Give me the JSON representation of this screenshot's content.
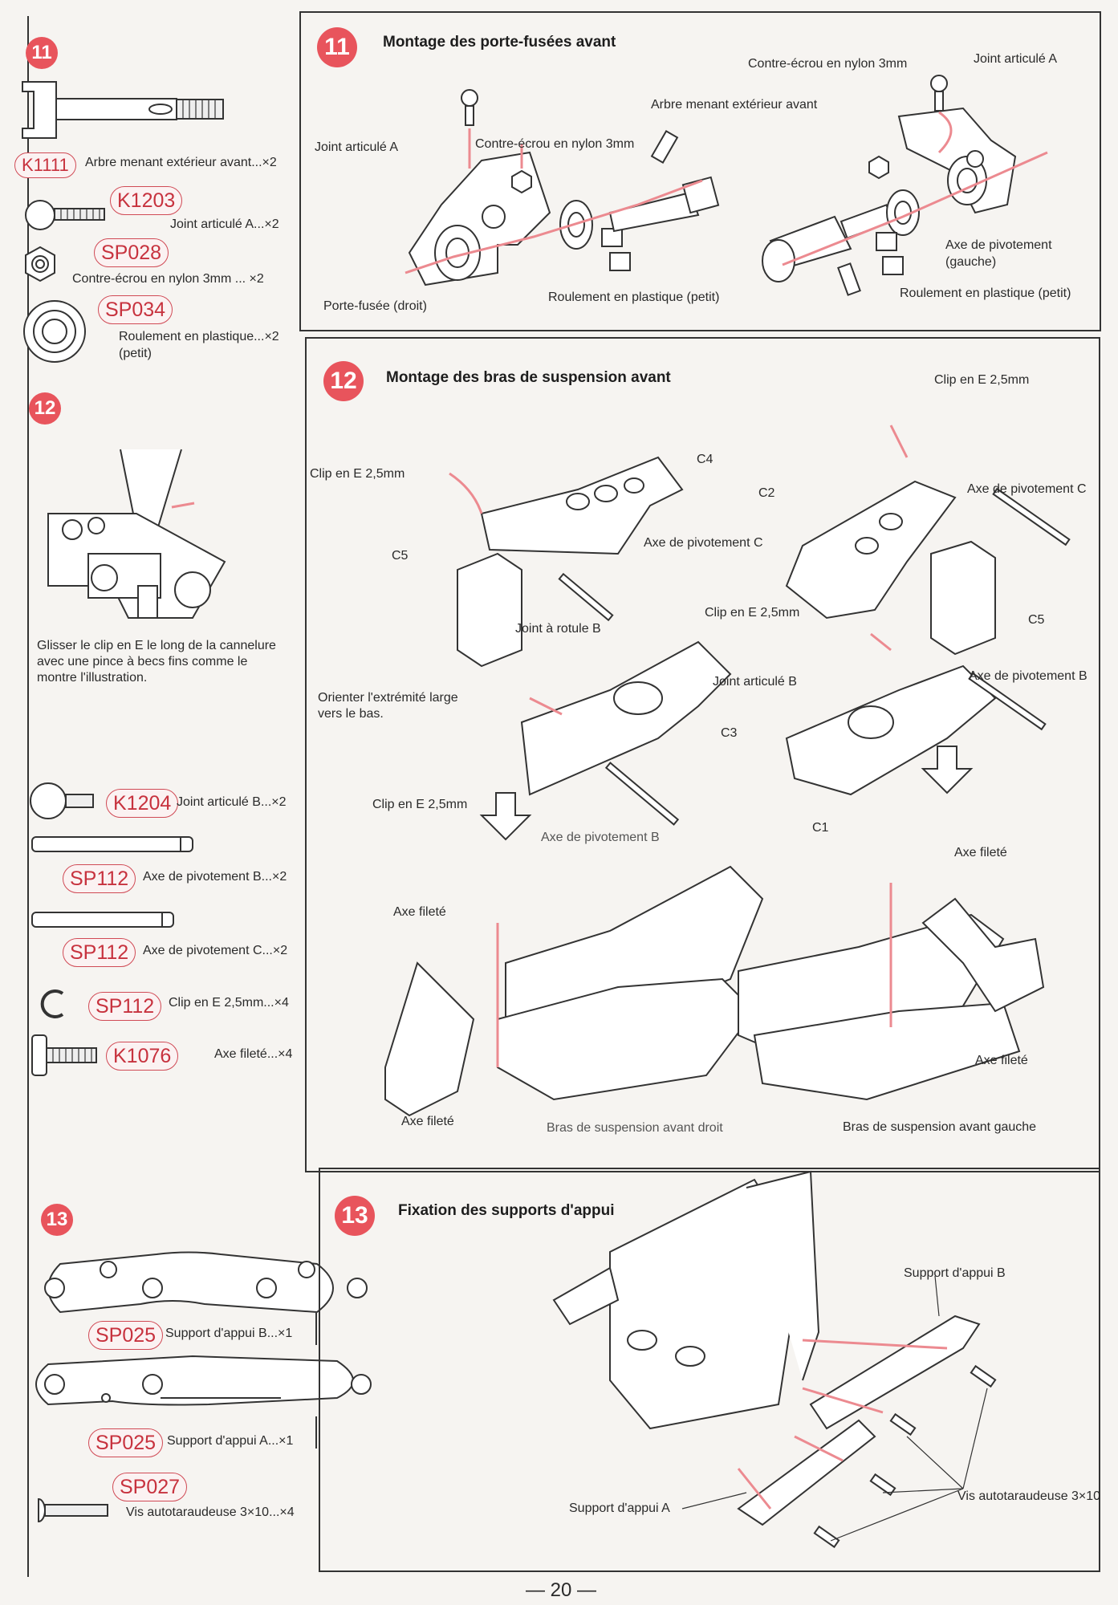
{
  "page_number": "— 20 —",
  "steps": {
    "s11": {
      "number": "11",
      "title": "Montage des porte-fusées avant",
      "labels": {
        "joint_a_left": "Joint articulé A",
        "nut_left": "Contre-écrou en nylon 3mm",
        "shaft": "Arbre menant extérieur avant",
        "nut_right": "Contre-écrou en nylon 3mm",
        "joint_a_right": "Joint articulé A",
        "knuckle_right": "Porte-fusée (droit)",
        "bearing_left": "Roulement en plastique (petit)",
        "pivot_left": "Axe de pivotement\n(gauche)",
        "pivot_left_l1": "Axe de pivotement",
        "pivot_left_l2": "(gauche)",
        "bearing_right": "Roulement en plastique (petit)"
      },
      "parts": [
        {
          "code": "K1111",
          "desc": "Arbre menant extérieur avant...×2"
        },
        {
          "code": "K1203",
          "desc": "Joint articulé A...×2"
        },
        {
          "code": "SP028",
          "desc": "Contre-écrou en nylon 3mm ... ×2"
        },
        {
          "code": "SP034",
          "desc": "Roulement en plastique...×2",
          "desc2": "(petit)"
        }
      ]
    },
    "s12": {
      "number": "12",
      "title": "Montage des bras de suspension avant",
      "note": [
        "Glisser le clip en E le long de la cannelure",
        "avec une pince à becs fins comme le",
        "montre l'illustration."
      ],
      "labels": {
        "clip_tl": "Clip en E 2,5mm",
        "clip_tr": "Clip en E 2,5mm",
        "c4": "C4",
        "c2": "C2",
        "axe_c_l": "Axe de pivotement C",
        "axe_c_r": "Axe de pivotement C",
        "c5_l": "C5",
        "c5_r": "C5",
        "rotule_b": "Joint à rotule B",
        "clip_mid": "Clip en E 2,5mm",
        "joint_b": "Joint articulé B",
        "axe_b_r": "Axe de pivotement B",
        "orienter1": "Orienter l'extrémité large",
        "orienter2": "vers le bas.",
        "c3": "C3",
        "c1": "C1",
        "clip_bl": "Clip en E 2,5mm",
        "axe_b_l": "Axe de pivotement B",
        "axe_filete_1": "Axe fileté",
        "axe_filete_2": "Axe fileté",
        "axe_filete_3": "Axe fileté",
        "axe_filete_4": "Axe fileté",
        "bras_droit": "Bras de suspension avant droit",
        "bras_gauche": "Bras de suspension avant gauche"
      },
      "parts": [
        {
          "code": "K1204",
          "desc": "Joint articulé B...×2"
        },
        {
          "code": "SP112",
          "desc": "Axe de pivotement B...×2"
        },
        {
          "code": "SP112",
          "desc": "Axe de pivotement C...×2"
        },
        {
          "code": "SP112",
          "desc": "Clip en E 2,5mm...×4"
        },
        {
          "code": "K1076",
          "desc": "Axe fileté...×4"
        }
      ]
    },
    "s13": {
      "number": "13",
      "title": "Fixation des supports d'appui",
      "labels": {
        "support_b": "Support d'appui B",
        "support_a": "Support d'appui A",
        "vis": "Vis autotaraudeuse 3×10"
      },
      "parts": [
        {
          "code": "SP025",
          "desc": "Support d'appui B...×1"
        },
        {
          "code": "SP025",
          "desc": "Support d'appui A...×1"
        },
        {
          "code": "SP027",
          "desc": "Vis autotaraudeuse 3×10...×4"
        }
      ]
    }
  },
  "colors": {
    "accent": "#e8545c",
    "line": "#333333",
    "arrow": "#ec8a90"
  }
}
